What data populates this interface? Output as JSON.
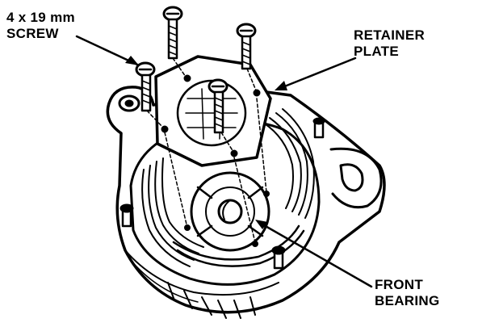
{
  "labels": {
    "screw": {
      "line1": "4 x 19 mm",
      "line2": "SCREW"
    },
    "retainer_plate": {
      "line1": "RETAINER",
      "line2": "PLATE"
    },
    "front_bearing": {
      "line1": "FRONT",
      "line2": "BEARING"
    }
  },
  "colors": {
    "ink": "#000000",
    "paper": "#ffffff"
  },
  "parts": [
    "screw",
    "retainer-plate",
    "front-bearing",
    "alternator-housing",
    "stator-windings",
    "mounting-ear",
    "terminal-stud"
  ]
}
